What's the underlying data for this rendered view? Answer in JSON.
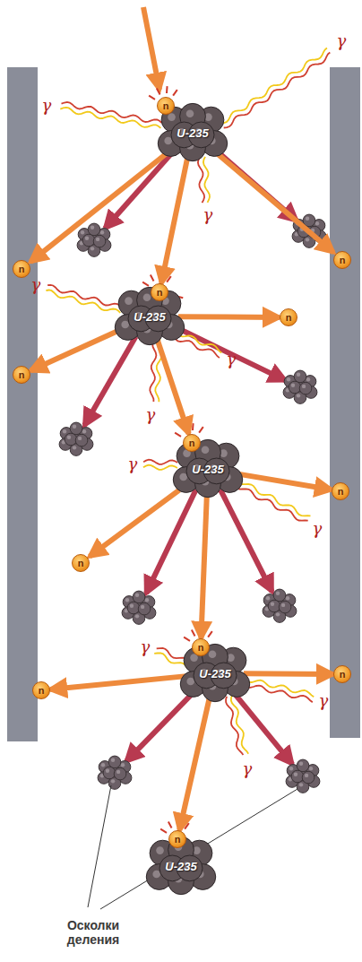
{
  "diagram": {
    "nodes": [
      {
        "text": [
          "n"
        ]
      },
      {
        "text": [
          "U-235"
        ]
      },
      {
        "text": [
          "n"
        ]
      },
      {
        "text": [
          "n"
        ]
      },
      {
        "text": [
          "n"
        ]
      },
      {
        "text": [
          "U-235"
        ]
      },
      {
        "text": [
          "n"
        ]
      },
      {
        "text": [
          "n"
        ]
      },
      {
        "text": [
          "n"
        ]
      },
      {
        "text": [
          "U-235"
        ]
      },
      {
        "text": [
          "n"
        ]
      },
      {
        "text": [
          "n"
        ]
      },
      {
        "text": [
          "n"
        ]
      },
      {
        "text": [
          "U-235"
        ]
      },
      {
        "text": [
          "n"
        ]
      },
      {
        "text": [
          "n"
        ]
      },
      {
        "text": [
          "n"
        ]
      },
      {
        "text": [
          "U-235"
        ]
      }
    ],
    "edges": [
      {
        "from": 1,
        "to": 2,
        "arrow": "to"
      },
      {
        "from": 1,
        "to": 3,
        "arrow": "to"
      },
      {
        "from": 1,
        "to": 4,
        "arrow": "to"
      },
      {
        "from": 5,
        "to": 6,
        "arrow": "to"
      },
      {
        "from": 5,
        "to": 7,
        "arrow": "to"
      },
      {
        "from": 5,
        "to": 8,
        "arrow": "to"
      },
      {
        "from": 9,
        "to": 10,
        "arrow": "to"
      },
      {
        "from": 9,
        "to": 11,
        "arrow": "to"
      },
      {
        "from": 9,
        "to": 12,
        "arrow": "to"
      },
      {
        "from": 13,
        "to": 14,
        "arrow": "to"
      },
      {
        "from": 13,
        "to": 15,
        "arrow": "to"
      },
      {
        "from": 13,
        "to": 16,
        "arrow": "to"
      }
    ],
    "labels": [
      "γ",
      "γ",
      "γ",
      "γ",
      "γ",
      "γ",
      "γ",
      "γ",
      "γ",
      "γ",
      "γ",
      "Осколки деления"
    ]
  }
}
